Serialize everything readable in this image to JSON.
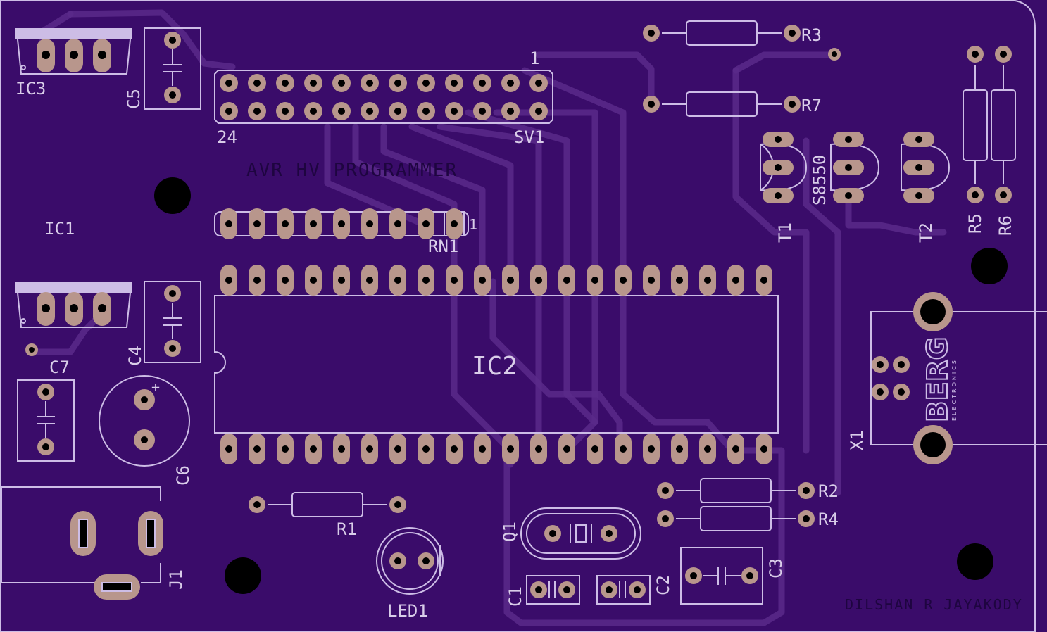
{
  "board": {
    "title": "AVR HV PROGRAMMER",
    "author": "DILSHAN R JAYAKODY",
    "colors": {
      "board": "#3a0c6a",
      "pad": "#b8968c",
      "silkscreen": "#cdbde6",
      "hole": "#000000"
    }
  },
  "labels": {
    "ic3": "IC3",
    "c5": "C5",
    "sv1": "SV1",
    "sv1_pin1": "1",
    "sv1_pin24": "24",
    "r3": "R3",
    "r7": "R7",
    "s8550": "S8550",
    "t1": "T1",
    "t2": "T2",
    "r5": "R5",
    "r6": "R6",
    "ic1": "IC1",
    "rn1": "RN1",
    "rn1_pin1": "1",
    "ic2": "IC2",
    "c4": "C4",
    "c7": "C7",
    "c6": "C6",
    "c6_plus": "+",
    "x1": "X1",
    "berg": "BERG",
    "berg_sub": "ELECTRONICS",
    "r2": "R2",
    "r4": "R4",
    "r1": "R1",
    "q1": "Q1",
    "c1": "C1",
    "c2": "C2",
    "c3": "C3",
    "led1": "LED1",
    "j1": "J1"
  }
}
